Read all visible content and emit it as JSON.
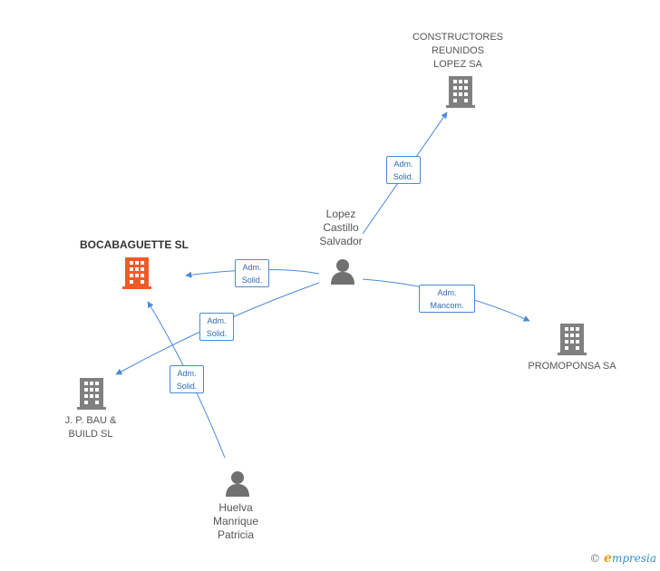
{
  "nodes": {
    "constructores": {
      "label": "CONSTRUCTORES\nREUNIDOS\nLOPEZ SA"
    },
    "lopez": {
      "label": "Lopez\nCastillo\nSalvador"
    },
    "bocabaguette": {
      "label": "BOCABAGUETTE SL"
    },
    "promoponsa": {
      "label": "PROMOPONSA SA"
    },
    "jpbau": {
      "label": "J. P. BAU &\nBUILD SL"
    },
    "huelva": {
      "label": "Huelva\nManrique\nPatricia"
    }
  },
  "edges": [
    {
      "from": "lopez",
      "to": "constructores",
      "line1": "Adm.",
      "line2": "Solid."
    },
    {
      "from": "lopez",
      "to": "bocabaguette",
      "line1": "Adm.",
      "line2": "Solid."
    },
    {
      "from": "lopez",
      "to": "jpbau",
      "line1": "Adm.",
      "line2": "Solid."
    },
    {
      "from": "lopez",
      "to": "promoponsa",
      "line1": "Adm.",
      "line2": "Mancom."
    },
    {
      "from": "huelva",
      "to": "bocabaguette",
      "line1": "Adm.",
      "line2": "Solid."
    }
  ],
  "colors": {
    "focus": "#f05a28",
    "company": "#808080",
    "person": "#707070",
    "edge": "#4a8ad8"
  },
  "footer": {
    "copyright": "©",
    "brand_initial": "e",
    "brand_rest": "mpresia"
  }
}
